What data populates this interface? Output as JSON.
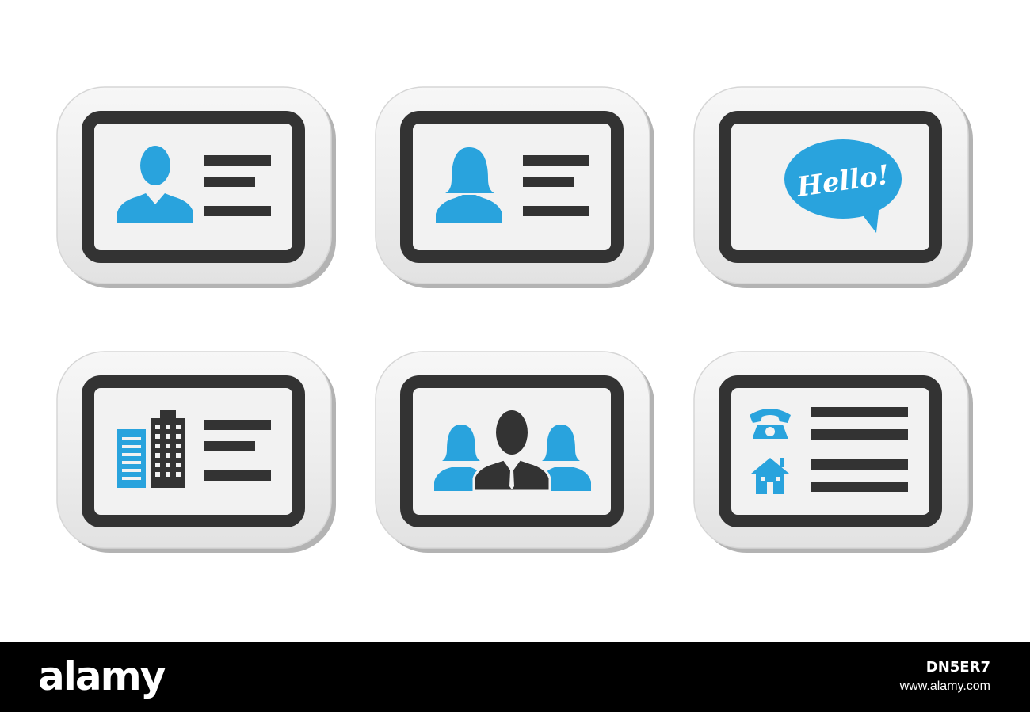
{
  "stickers": [
    {
      "icon": "male-user-icon",
      "lines": 3
    },
    {
      "icon": "female-user-icon",
      "lines": 3
    },
    {
      "icon": "speech-bubble-icon",
      "bubble_text": "Hello!"
    },
    {
      "icon": "office-buildings-icon",
      "lines": 3
    },
    {
      "icon": "team-group-icon"
    },
    {
      "icon": "phone-and-home-icon"
    }
  ],
  "footer": {
    "brand": "alamy",
    "image_id": "DN5ER7",
    "site": "www.alamy.com"
  },
  "colors": {
    "accent": "#29a3dd",
    "frame": "#333333",
    "sticker_bg": "#f3f3f3",
    "shadow": "#b3b3b3"
  }
}
